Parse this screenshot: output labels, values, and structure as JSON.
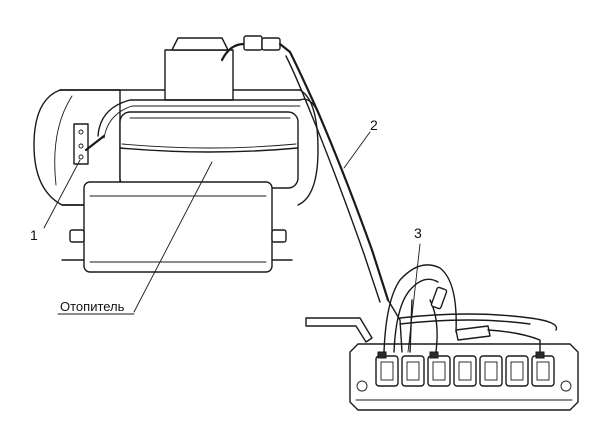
{
  "diagram": {
    "heater_label": "Отопитель",
    "callouts": [
      {
        "id": "1",
        "text": "1"
      },
      {
        "id": "2",
        "text": "2"
      },
      {
        "id": "3",
        "text": "3"
      }
    ]
  }
}
